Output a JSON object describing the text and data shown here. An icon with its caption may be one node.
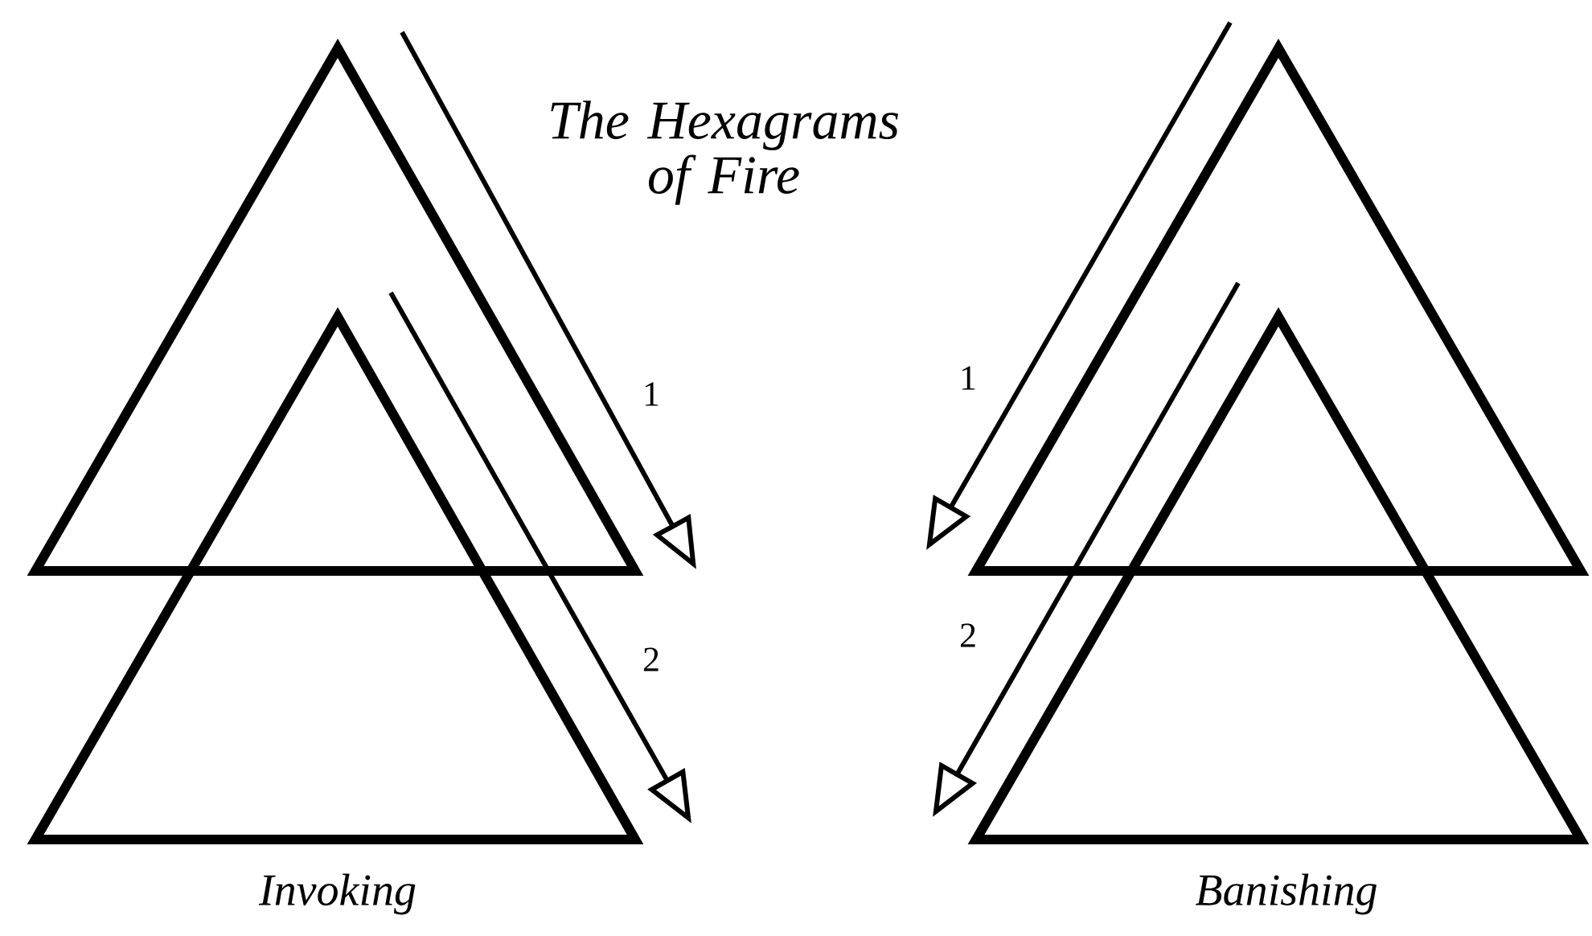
{
  "diagram": {
    "title": "The Hexagrams of Fire",
    "labels": [
      "1",
      "1",
      "2",
      "2",
      "Invoking",
      "Banishing"
    ]
  }
}
